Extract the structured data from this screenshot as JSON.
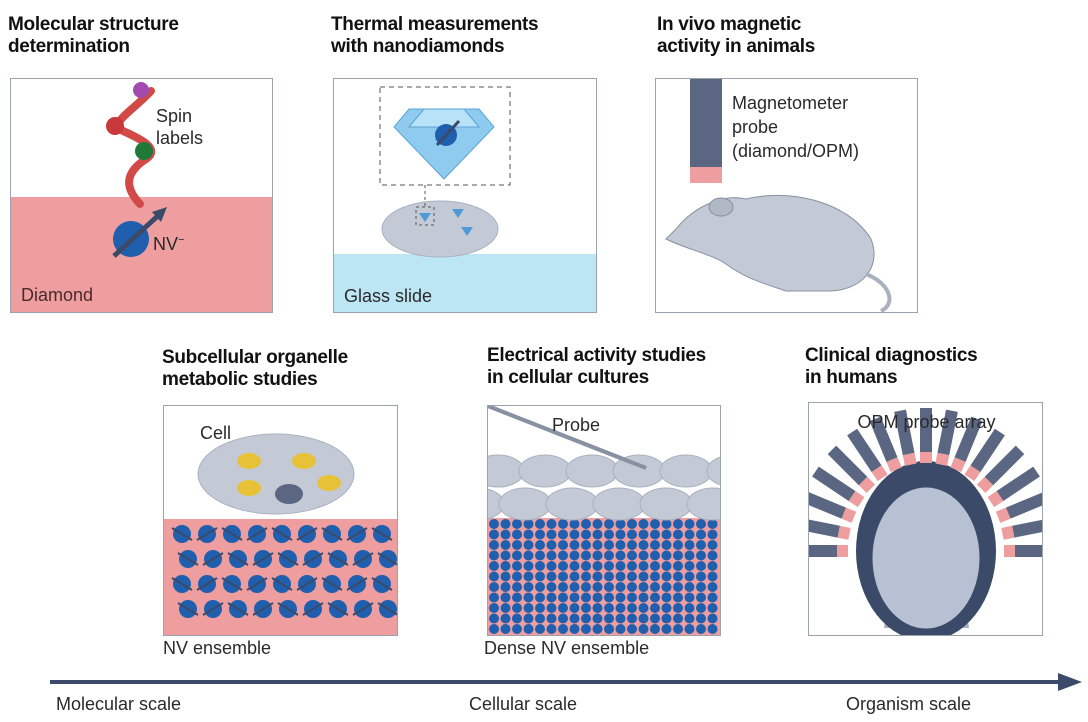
{
  "panels": [
    {
      "title_line1": "Molecular structure",
      "title_line2": "determination",
      "labels": {
        "spin": "Spin",
        "spin2": "labels",
        "nv": "NV",
        "nv_sup": "−",
        "substrate": "Diamond"
      }
    },
    {
      "title_line1": "Thermal measurements",
      "title_line2": "with nanodiamonds",
      "labels": {
        "substrate": "Glass slide"
      }
    },
    {
      "title_line1": "In vivo magnetic",
      "title_line2": "activity in animals",
      "labels": {
        "probe1": "Magnetometer",
        "probe2": "probe",
        "probe3": "(diamond/OPM)"
      }
    },
    {
      "title_line1": "Subcellular organelle",
      "title_line2": "metabolic studies",
      "labels": {
        "cell": "Cell",
        "below": "NV ensemble"
      }
    },
    {
      "title_line1": "Electrical activity studies",
      "title_line2": "in cellular cultures",
      "labels": {
        "probe": "Probe",
        "below": "Dense NV ensemble"
      }
    },
    {
      "title_line1": "Clinical diagnostics",
      "title_line2": "in humans",
      "labels": {
        "array": "OPM probe array"
      }
    }
  ],
  "scale_axis": {
    "left": "Molecular scale",
    "middle": "Cellular scale",
    "right": "Organism scale"
  },
  "colors": {
    "diamond_pink": "#ee9e9f",
    "glass_blue": "#bde6f5",
    "navy": "#3b4a68",
    "nv_blue": "#1f5fae",
    "probe_slate": "#5b6682",
    "tissue_gray": "#c3cad6"
  }
}
